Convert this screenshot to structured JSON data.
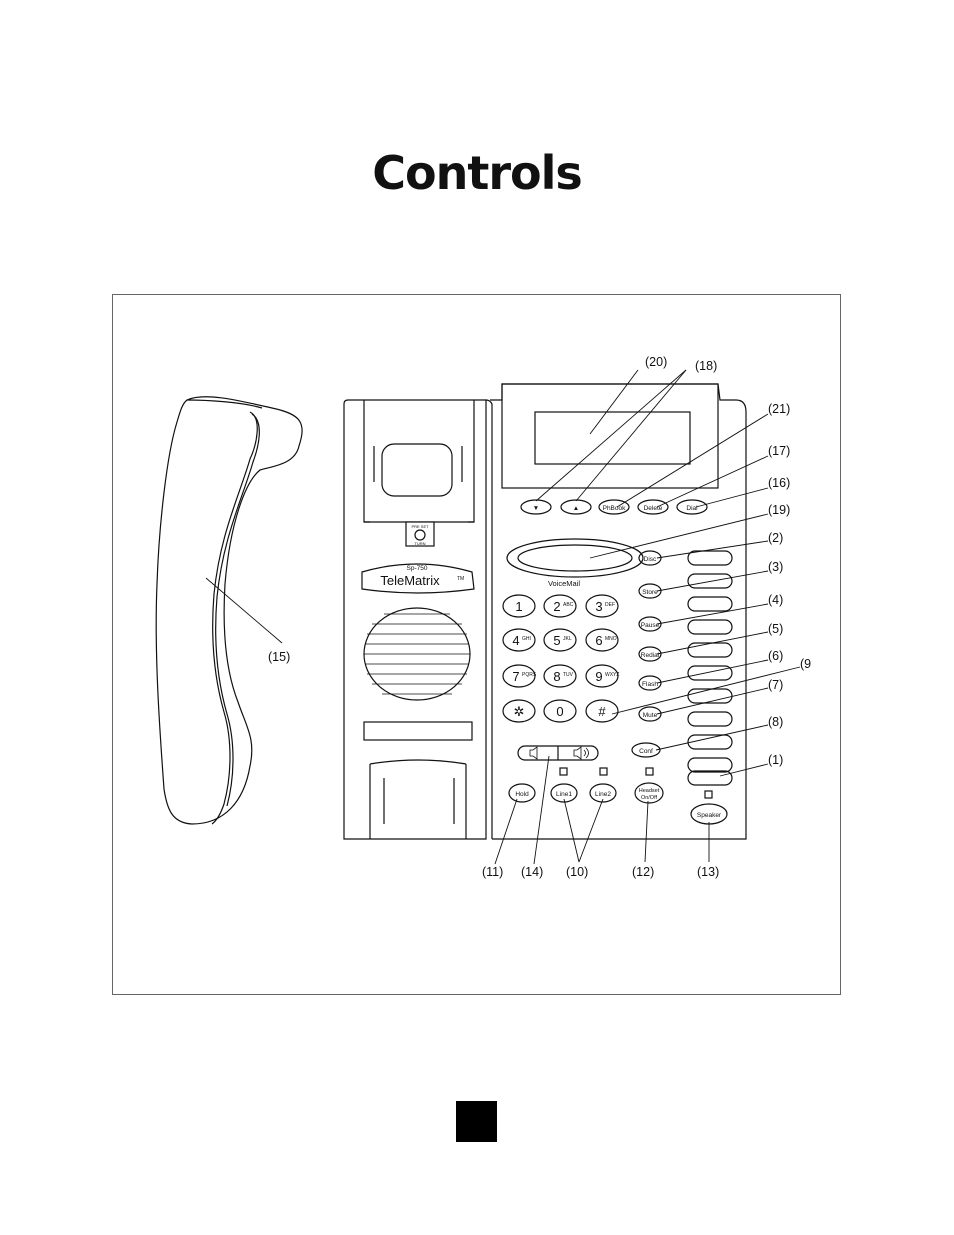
{
  "page": {
    "title": "Controls"
  },
  "phone": {
    "model": "Sp-750",
    "brand": "TeleMatrix",
    "trademark": "TM",
    "voicemail_label": "VoiceMail",
    "lock_label_top": "PRE SET",
    "lock_label_bottom": "TURN",
    "buttons": {
      "down": "▼",
      "up": "▲",
      "phbook": "PhBook",
      "delete": "Delete",
      "dial": "Dial",
      "disc": "Disc",
      "store": "Store",
      "pause": "Pause",
      "redial": "Redial",
      "flash": "Flash",
      "mute": "Mute",
      "conf": "Conf",
      "hold": "Hold",
      "line1": "Line1",
      "line2": "Line2",
      "headset_on": "Headset",
      "headset_off": "On/Off",
      "speaker": "Speaker"
    },
    "keypad": [
      {
        "digit": "1",
        "letters": ""
      },
      {
        "digit": "2",
        "letters": "ABC"
      },
      {
        "digit": "3",
        "letters": "DEF"
      },
      {
        "digit": "4",
        "letters": "GHI"
      },
      {
        "digit": "5",
        "letters": "JKL"
      },
      {
        "digit": "6",
        "letters": "MNO"
      },
      {
        "digit": "7",
        "letters": "PQRS"
      },
      {
        "digit": "8",
        "letters": "TUV"
      },
      {
        "digit": "9",
        "letters": "WXYZ"
      },
      {
        "digit": "✲",
        "letters": ""
      },
      {
        "digit": "0",
        "letters": ""
      },
      {
        "digit": "#",
        "letters": ""
      }
    ]
  },
  "callouts": {
    "c1": "(1)",
    "c2": "(2)",
    "c3": "(3)",
    "c4": "(4)",
    "c5": "(5)",
    "c6": "(6)",
    "c7": "(7)",
    "c8": "(8)",
    "c9": "(9",
    "c10": "(10)",
    "c11": "(11)",
    "c12": "(12)",
    "c13": "(13)",
    "c14": "(14)",
    "c15": "(15)",
    "c16": "(16)",
    "c17": "(17)",
    "c18": "(18)",
    "c19": "(19)",
    "c20": "(20)",
    "c21": "(21)"
  }
}
